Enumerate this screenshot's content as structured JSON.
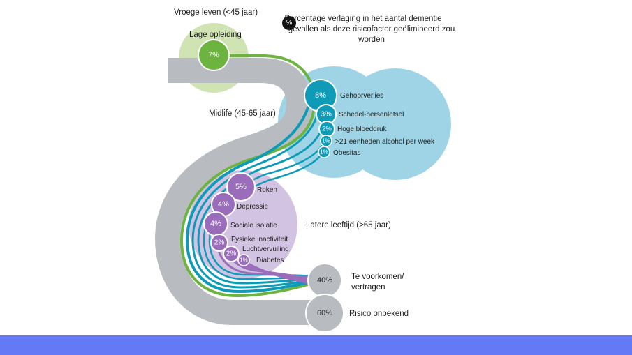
{
  "stages": {
    "early": "Vroege leven (<45 jaar)",
    "midlife": "Midlife (45-65 jaar)",
    "late": "Latere leeftijd (>65 jaar)"
  },
  "legend": {
    "symbol": "%",
    "text_line1": "Percentage verlaging in het aantal dementie",
    "text_line2": "gevallen als deze risicofactor geëlimineerd zou",
    "text_line3": "worden"
  },
  "early_factors": [
    {
      "label": "Lage opleiding",
      "pct": "7%"
    }
  ],
  "midlife_factors": [
    {
      "label": "Gehoorverlies",
      "pct": "8%"
    },
    {
      "label": "Schedel-hersenletsel",
      "pct": "3%"
    },
    {
      "label": "Hoge bloeddruk",
      "pct": "2%"
    },
    {
      "label": ">21 eenheden alcohol per week",
      "pct": "1%"
    },
    {
      "label": "Obesitas",
      "pct": "1%"
    }
  ],
  "late_factors": [
    {
      "label": "Roken",
      "pct": "5%"
    },
    {
      "label": "Depressie",
      "pct": "4%"
    },
    {
      "label": "Sociale isolatie",
      "pct": "4%"
    },
    {
      "label": "Fysieke inactiviteit",
      "pct": "2%"
    },
    {
      "label": "Luchtvervuiling",
      "pct": "2%"
    },
    {
      "label": "Diabetes",
      "pct": "1%"
    }
  ],
  "outcomes": {
    "preventable": {
      "pct": "40%",
      "line1": "Te voorkomen/",
      "line2": "vertragen"
    },
    "unknown": {
      "pct": "60%",
      "label": "Risico onbekend"
    }
  },
  "colors": {
    "early": "#6db33f",
    "early_bg": "#cfe3b3",
    "midlife": "#0e9bb8",
    "midlife_bg": "#9fd4e6",
    "late": "#9a6dba",
    "late_bg": "#d3c3e2",
    "grey": "#b8bcc0",
    "bar": "#6479f5"
  }
}
